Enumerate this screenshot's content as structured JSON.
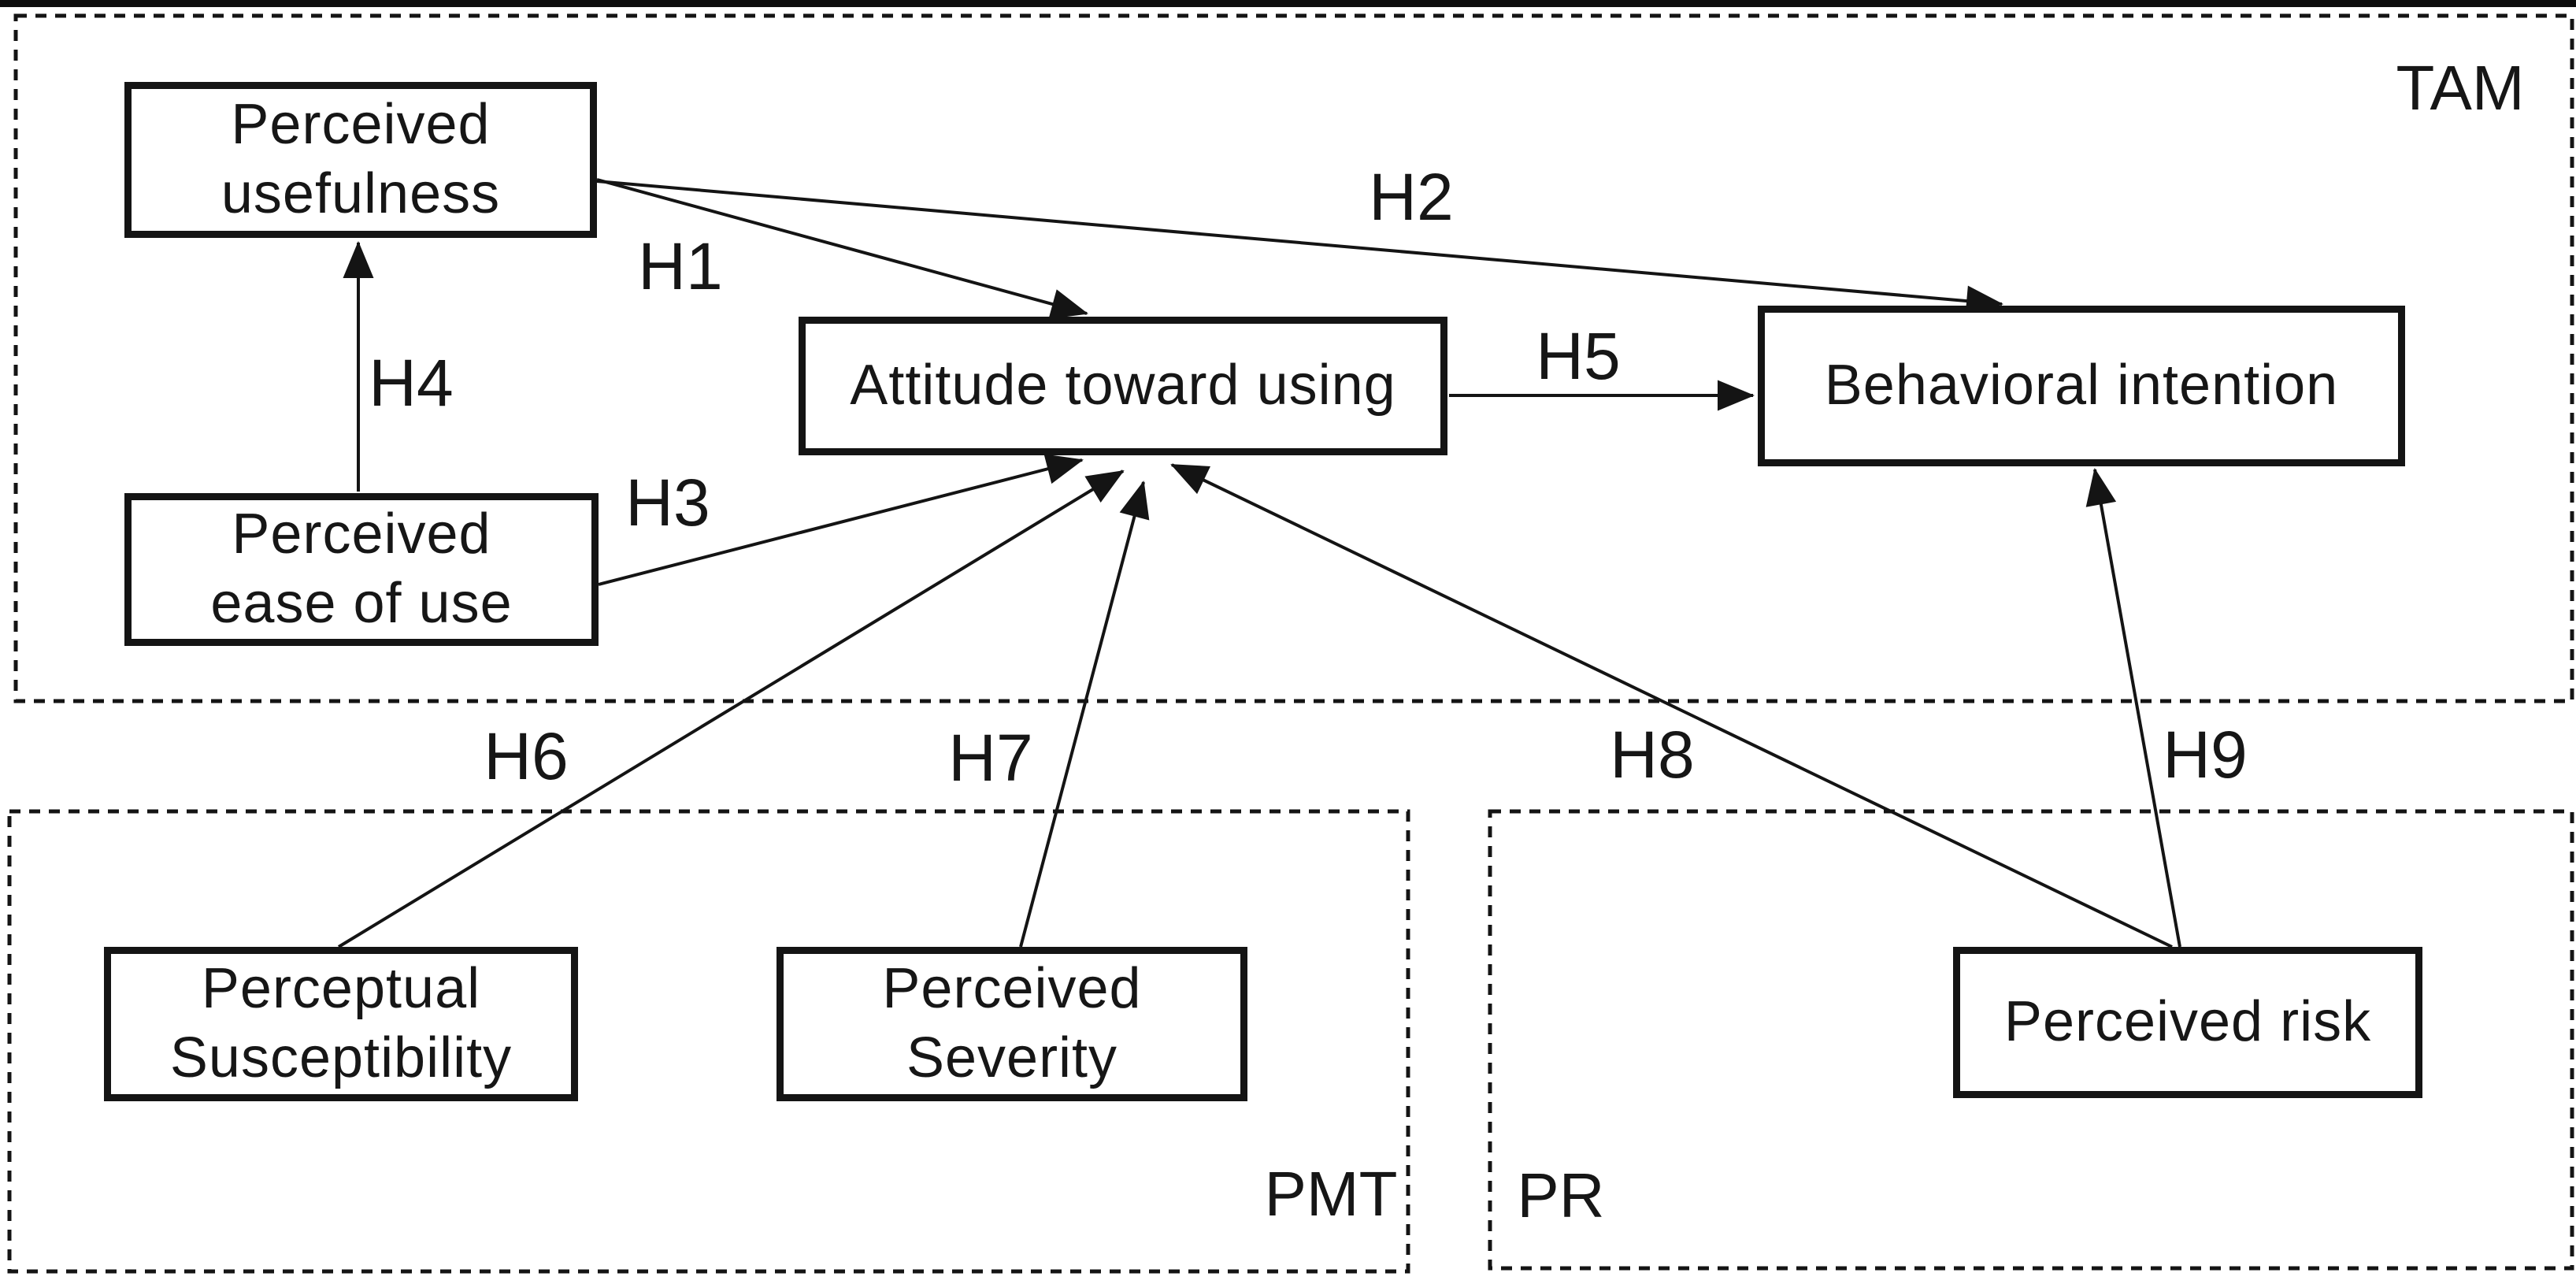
{
  "figure": {
    "background": "#ffffff",
    "ink": "#161616"
  },
  "groups": {
    "tam": {
      "label": "TAM"
    },
    "pmt": {
      "label": "PMT"
    },
    "pr": {
      "label": "PR"
    }
  },
  "nodes": {
    "perceived_usefulness": {
      "line1": "Perceived",
      "line2": "usefulness"
    },
    "perceived_ease_of_use": {
      "line1": "Perceived",
      "line2": "ease of use"
    },
    "attitude_toward_using": {
      "line1": "Attitude toward using"
    },
    "behavioral_intention": {
      "line1": "Behavioral intention"
    },
    "perceptual_susceptibility": {
      "line1": "Perceptual",
      "line2": "Susceptibility"
    },
    "perceived_severity": {
      "line1": "Perceived",
      "line2": "Severity"
    },
    "perceived_risk": {
      "line1": "Perceived risk"
    }
  },
  "hypotheses": {
    "h1": "H1",
    "h2": "H2",
    "h3": "H3",
    "h4": "H4",
    "h5": "H5",
    "h6": "H6",
    "h7": "H7",
    "h8": "H8",
    "h9": "H9"
  },
  "edges": [
    {
      "label": "H1",
      "from": "Perceived usefulness",
      "to": "Attitude toward using"
    },
    {
      "label": "H2",
      "from": "Perceived usefulness",
      "to": "Behavioral intention"
    },
    {
      "label": "H3",
      "from": "Perceived ease of use",
      "to": "Attitude toward using"
    },
    {
      "label": "H4",
      "from": "Perceived ease of use",
      "to": "Perceived usefulness"
    },
    {
      "label": "H5",
      "from": "Attitude toward using",
      "to": "Behavioral intention"
    },
    {
      "label": "H6",
      "from": "Perceptual Susceptibility",
      "to": "Attitude toward using"
    },
    {
      "label": "H7",
      "from": "Perceived Severity",
      "to": "Attitude toward using"
    },
    {
      "label": "H8",
      "from": "Perceived risk",
      "to": "Attitude toward using"
    },
    {
      "label": "H9",
      "from": "Perceived risk",
      "to": "Behavioral intention"
    }
  ]
}
